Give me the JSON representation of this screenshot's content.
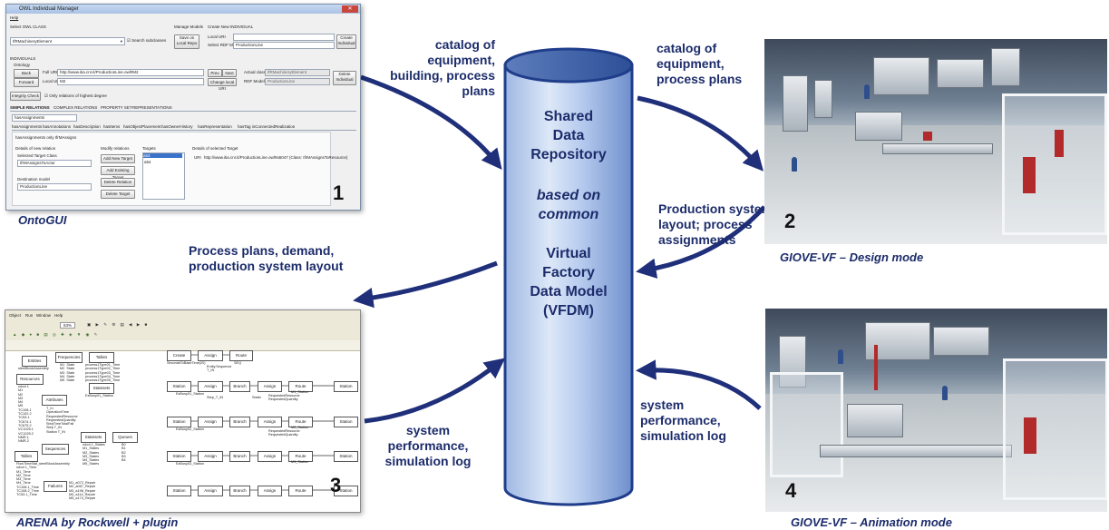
{
  "center": {
    "title_lines": [
      "Shared",
      "Data",
      "Repository"
    ],
    "subtitle_lines": [
      "based on",
      "common"
    ],
    "model_lines": [
      "Virtual",
      "Factory",
      "Data Model",
      "(VFDM)"
    ]
  },
  "flows": {
    "top_left": [
      "catalog of",
      "equipment,",
      "building, process",
      "plans"
    ],
    "top_right": [
      "catalog of",
      "equipment,",
      "process plans"
    ],
    "mid_right": [
      "Production system",
      "layout; process",
      "assignments"
    ],
    "mid_left": [
      "Process plans, demand,",
      "production system layout"
    ],
    "bottom_left": [
      "system",
      "performance,",
      "simulation log"
    ],
    "bottom_right": [
      "system",
      "performance,",
      "simulation log"
    ]
  },
  "panels": {
    "p1": {
      "caption": "OntoGUI",
      "badge": "1"
    },
    "p2": {
      "caption": "GIOVE-VF – Design mode",
      "badge": "2"
    },
    "p3": {
      "caption": "ARENA by Rockwell + plugin",
      "badge": "3"
    },
    "p4": {
      "caption": "GIOVE-VF – Animation mode",
      "badge": "4"
    }
  },
  "ontogui": {
    "window_title": "OWL Individual Manager",
    "menu": "Help",
    "select_class_label": "Select OWL CLASS",
    "class_value": "IfRMachineryElement",
    "search_subclasses": "Search subclasses",
    "manage_models": "Manage Models",
    "save_button": "Save on Local Repo",
    "create_new_label": "Create New INDIVIDUAL",
    "local_uri_label": "Local URI",
    "select_rdf_label": "Select RDF Model",
    "rdf_value": "ProductionLine",
    "create_button": "Create Individual",
    "individuals_label": "INDIVIDUALS",
    "ontology_label": "Ontology",
    "back_button": "Back",
    "forward_button": "Forward",
    "full_uri_label": "Full URI",
    "full_uri_value": "http://www.itia.cnr.it/ProductionLine.owl#M2",
    "prev_button": "Prev",
    "next_button": "Next",
    "actual_class_label": "Actual class",
    "actual_class_value": "IfRMachineryElement",
    "local_uri2_label": "Local URI",
    "local_uri_value": "M2",
    "change_uri_button": "Change local URI",
    "rdf_model_label": "RDF Model",
    "rdf_model_value": "ProductionLine",
    "delete_button": "Delete Individual",
    "integrity_button": "Integrity Check",
    "only_relations": "Only relations of highest degree",
    "tabs": [
      "SIMPLE RELATIONS",
      "COMPLEX RELATIONS",
      "PROPERTY SET",
      "REPRESENTATIONS"
    ],
    "relation_value": "hasAssignments",
    "subtabs": [
      "hasAssignments",
      "hasAnnotations",
      "hasDescription",
      "hasItems",
      "hasObjectPlacement",
      "hasOwnerHistory",
      "hasRepresentation",
      "hasTag",
      "isConnectedRealization"
    ],
    "relation_info": "hasAssignments only IfrMAssigns",
    "details_label": "Details of new relation",
    "selected_target_class_label": "Selected Target Class",
    "target_class_value": "IfrMAssignsToActor",
    "destination_label": "Destination model",
    "destination_value": "ProductionLine",
    "modify_label": "Modify relations",
    "add_new_button": "Add New Target",
    "add_existing_button": "Add Existing Target",
    "delete_relation_button": "Delete Relation",
    "delete_target_button": "Delete Target",
    "targets_label": "Targets",
    "targets": [
      "a53",
      "a54"
    ],
    "details_target_label": "Details of selected Target",
    "uri_label": "URI",
    "target_uri": "http://www.itia.cnr.it/ProductionLine.owl#a5047 (Class: IfrMAssignsToResource)"
  },
  "arena": {
    "menu": [
      "Object",
      "Run",
      "Window",
      "Help"
    ],
    "zoom": "63%",
    "blocks": {
      "entities": "Entities",
      "frequencies": "Frequencies",
      "tallies": "Tallies",
      "resources": "Resources",
      "attributes": "Attributes",
      "statesets": "Statesets",
      "sequences": "Sequences",
      "queues": "Queues",
      "failures": "Failures",
      "create": "Create",
      "assign": "Assign",
      "route": "Route",
      "station": "Station",
      "branch": "Branch"
    },
    "texts": {
      "entities_list": "steelBlockAssembly",
      "freq_list": "M1  State\nM2  State\nM3  State\nM4  State\nM5  State",
      "tallies_list": "process1Type01_Time\nprocess1Type02_Time\nprocess1Type03_Time\nprocess1Type04_Time\nprocess1Type05_Time",
      "resources_list": "robot 1\nM1\nM2\nM3\nM4\nM5\nTC108.1\nTC102.2\nTC53.1\nTC674.1\nTC675.2\nVC1025.1\nVC1025.2\nNMR.1\nNMR.2",
      "attributes_list": "T_In\nOperationTime\nRequestedResource\nRequestedQuantity\nStepTimeTotalFail\nStep T_IN\nStation T_IN",
      "statesets_list": "robot 1_States\nM1_States\nM2_States\nM3_States\nM4_States\nM5_States",
      "queues_list": "B0\nB1\nB2\nB3\nB4",
      "tallies2_list": "FlowTimeStat_steelBlockAssembly\nrobot 1_Time\nM1_Time\nM2_Time\nM3_Time\nM4_Time\nTC108.1_Time\nTC108.2_Time\nTC53.1_Time",
      "failures_list": "M1_a072_Repair\nM2_a067_Repair\nM3_a198_Repair\nM4_a114_Repair\nM5_a174_Repair",
      "seconds": "SecondsToBaseTime(20)",
      "entity_seq": "Entity.Sequence\nT_IN",
      "seq": "SEQ",
      "stat": "Statin",
      "exit": "Statin\nExit",
      "m1": "M1_Station",
      "m2": "M2_Station",
      "m3": "M3_Station",
      "req": "RequestedResource\nRequestedQuantity",
      "step": "Step_T_IN",
      "ezbusy": "EzBusy01_Station",
      "ezbusy2": "EzBusy02_Station",
      "ezbusy3": "EzBusy03_Station"
    }
  }
}
